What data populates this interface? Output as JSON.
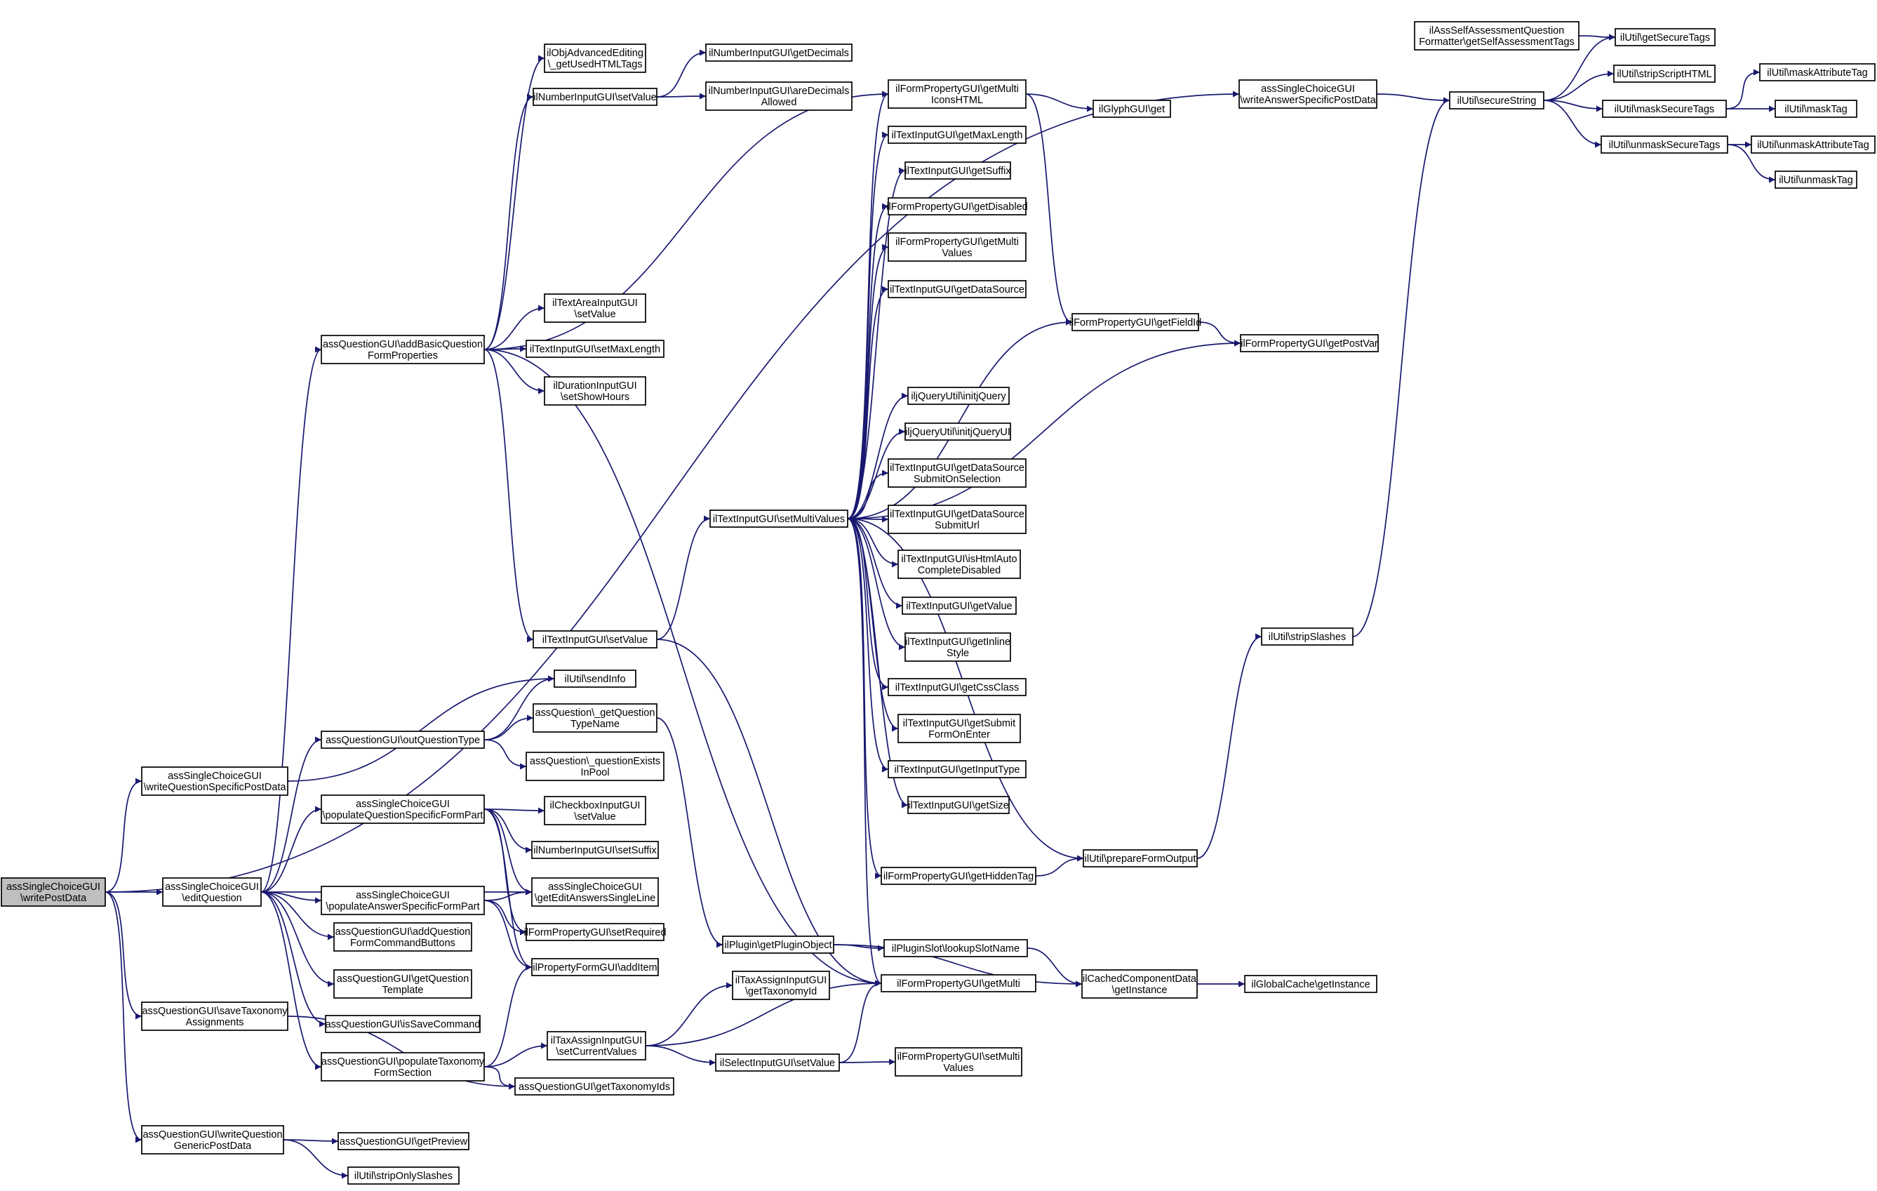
{
  "colors": {
    "edge": "#191970",
    "node_border": "#000000",
    "root_fill": "#bfbfbf",
    "node_fill": "#ffffff",
    "background": "#ffffff"
  },
  "nodes": [
    {
      "id": "writePostData",
      "lines": [
        "assSingleChoiceGUI",
        "\\writePostData"
      ],
      "root": true
    },
    {
      "id": "writeQSPD",
      "lines": [
        "assSingleChoiceGUI",
        "\\writeQuestionSpecificPostData"
      ]
    },
    {
      "id": "editQuestion",
      "lines": [
        "assSingleChoiceGUI",
        "\\editQuestion"
      ]
    },
    {
      "id": "saveTax",
      "lines": [
        "assQuestionGUI\\saveTaxonomy",
        "Assignments"
      ]
    },
    {
      "id": "writeQGPD",
      "lines": [
        "assQuestionGUI\\writeQuestion",
        "GenericPostData"
      ]
    },
    {
      "id": "addBasic",
      "lines": [
        "assQuestionGUI\\addBasicQuestion",
        "FormProperties"
      ]
    },
    {
      "id": "outQType",
      "lines": [
        "assQuestionGUI\\outQuestionType"
      ]
    },
    {
      "id": "popQSFP",
      "lines": [
        "assSingleChoiceGUI",
        "\\populateQuestionSpecificFormPart"
      ]
    },
    {
      "id": "popASFP",
      "lines": [
        "assSingleChoiceGUI",
        "\\populateAnswerSpecificFormPart"
      ]
    },
    {
      "id": "addQFCB",
      "lines": [
        "assQuestionGUI\\addQuestion",
        "FormCommandButtons"
      ]
    },
    {
      "id": "getQTpl",
      "lines": [
        "assQuestionGUI\\getQuestion",
        "Template"
      ]
    },
    {
      "id": "isSave",
      "lines": [
        "assQuestionGUI\\isSaveCommand"
      ]
    },
    {
      "id": "popTax",
      "lines": [
        "assQuestionGUI\\populateTaxonomy",
        "FormSection"
      ]
    },
    {
      "id": "getPreview",
      "lines": [
        "assQuestionGUI\\getPreview"
      ]
    },
    {
      "id": "stripOnly",
      "lines": [
        "ilUtil\\stripOnlySlashes"
      ]
    },
    {
      "id": "objAdv",
      "lines": [
        "ilObjAdvancedEditing",
        "\\_getUsedHTMLTags"
      ]
    },
    {
      "id": "numSetValue",
      "lines": [
        "ilNumberInputGUI\\setValue"
      ]
    },
    {
      "id": "taSetValue",
      "lines": [
        "ilTextAreaInputGUI",
        "\\setValue"
      ]
    },
    {
      "id": "tiSetMaxLen",
      "lines": [
        "ilTextInputGUI\\setMaxLength"
      ]
    },
    {
      "id": "durShowHours",
      "lines": [
        "ilDurationInputGUI",
        "\\setShowHours"
      ]
    },
    {
      "id": "tiSetValue",
      "lines": [
        "ilTextInputGUI\\setValue"
      ]
    },
    {
      "id": "sendInfo",
      "lines": [
        "ilUtil\\sendInfo"
      ]
    },
    {
      "id": "qTypeName",
      "lines": [
        "assQuestion\\_getQuestion",
        "TypeName"
      ]
    },
    {
      "id": "qExists",
      "lines": [
        "assQuestion\\_questionExists",
        "InPool"
      ]
    },
    {
      "id": "cbSetValue",
      "lines": [
        "ilCheckboxInputGUI",
        "\\setValue"
      ]
    },
    {
      "id": "numSetSuffix",
      "lines": [
        "ilNumberInputGUI\\setSuffix"
      ]
    },
    {
      "id": "getEditAns",
      "lines": [
        "assSingleChoiceGUI",
        "\\getEditAnswersSingleLine"
      ]
    },
    {
      "id": "setRequired",
      "lines": [
        "ilFormPropertyGUI\\setRequired"
      ]
    },
    {
      "id": "addItem",
      "lines": [
        "ilPropertyFormGUI\\addItem"
      ]
    },
    {
      "id": "getTaxIds",
      "lines": [
        "assQuestionGUI\\getTaxonomyIds"
      ]
    },
    {
      "id": "numGetDec",
      "lines": [
        "ilNumberInputGUI\\getDecimals"
      ]
    },
    {
      "id": "numAreDec",
      "lines": [
        "ilNumberInputGUI\\areDecimals",
        "Allowed"
      ]
    },
    {
      "id": "setMultiValues",
      "lines": [
        "ilTextInputGUI\\setMultiValues"
      ]
    },
    {
      "id": "getPluginObject",
      "lines": [
        "ilPlugin\\getPluginObject"
      ]
    },
    {
      "id": "taxGetId",
      "lines": [
        "ilTaxAssignInputGUI",
        "\\getTaxonomyId"
      ]
    },
    {
      "id": "taxSetCur",
      "lines": [
        "ilTaxAssignInputGUI",
        "\\setCurrentValues"
      ]
    },
    {
      "id": "selSetValue",
      "lines": [
        "ilSelectInputGUI\\setValue"
      ]
    },
    {
      "id": "getMultiIcons",
      "lines": [
        "ilFormPropertyGUI\\getMulti",
        "IconsHTML"
      ]
    },
    {
      "id": "getMaxLength",
      "lines": [
        "ilTextInputGUI\\getMaxLength"
      ]
    },
    {
      "id": "getSuffix",
      "lines": [
        "ilTextInputGUI\\getSuffix"
      ]
    },
    {
      "id": "getDisabled",
      "lines": [
        "ilFormPropertyGUI\\getDisabled"
      ]
    },
    {
      "id": "getMultiValues",
      "lines": [
        "ilFormPropertyGUI\\getMulti",
        "Values"
      ]
    },
    {
      "id": "getDataSource",
      "lines": [
        "ilTextInputGUI\\getDataSource"
      ]
    },
    {
      "id": "initjQuery",
      "lines": [
        "iljQueryUtil\\initjQuery"
      ]
    },
    {
      "id": "initjQueryUI",
      "lines": [
        "iljQueryUtil\\initjQueryUI"
      ]
    },
    {
      "id": "getDSSubmitSel",
      "lines": [
        "ilTextInputGUI\\getDataSource",
        "SubmitOnSelection"
      ]
    },
    {
      "id": "getDSSubmitUrl",
      "lines": [
        "ilTextInputGUI\\getDataSource",
        "SubmitUrl"
      ]
    },
    {
      "id": "isHtmlAuto",
      "lines": [
        "ilTextInputGUI\\isHtmlAuto",
        "CompleteDisabled"
      ]
    },
    {
      "id": "tiGetValue",
      "lines": [
        "ilTextInputGUI\\getValue"
      ]
    },
    {
      "id": "getInlineStyle",
      "lines": [
        "ilTextInputGUI\\getInline",
        "Style"
      ]
    },
    {
      "id": "getCssClass",
      "lines": [
        "ilTextInputGUI\\getCssClass"
      ]
    },
    {
      "id": "getSubmitOnEnter",
      "lines": [
        "ilTextInputGUI\\getSubmit",
        "FormOnEnter"
      ]
    },
    {
      "id": "getInputType",
      "lines": [
        "ilTextInputGUI\\getInputType"
      ]
    },
    {
      "id": "getSize",
      "lines": [
        "ilTextInputGUI\\getSize"
      ]
    },
    {
      "id": "getHiddenTag",
      "lines": [
        "ilFormPropertyGUI\\getHiddenTag"
      ]
    },
    {
      "id": "lookupSlot",
      "lines": [
        "ilPluginSlot\\lookupSlotName"
      ]
    },
    {
      "id": "getMulti",
      "lines": [
        "ilFormPropertyGUI\\getMulti"
      ]
    },
    {
      "id": "setMultiVals",
      "lines": [
        "ilFormPropertyGUI\\setMulti",
        "Values"
      ]
    },
    {
      "id": "glyphGet",
      "lines": [
        "ilGlyphGUI\\get"
      ]
    },
    {
      "id": "getFieldId",
      "lines": [
        "ilFormPropertyGUI\\getFieldId"
      ]
    },
    {
      "id": "getPostVar",
      "lines": [
        "ilFormPropertyGUI\\getPostVar"
      ]
    },
    {
      "id": "prepFormOut",
      "lines": [
        "ilUtil\\prepareFormOutput"
      ]
    },
    {
      "id": "cachedInst",
      "lines": [
        "ilCachedComponentData",
        "\\getInstance"
      ]
    },
    {
      "id": "writeASPD",
      "lines": [
        "assSingleChoiceGUI",
        "\\writeAnswerSpecificPostData"
      ]
    },
    {
      "id": "stripSlashes",
      "lines": [
        "ilUtil\\stripSlashes"
      ]
    },
    {
      "id": "globalCache",
      "lines": [
        "ilGlobalCache\\getInstance"
      ]
    },
    {
      "id": "selfAssess",
      "lines": [
        "ilAssSelfAssessmentQuestion",
        "Formatter\\getSelfAssessmentTags"
      ]
    },
    {
      "id": "secureString",
      "lines": [
        "ilUtil\\secureString"
      ]
    },
    {
      "id": "getSecureTags",
      "lines": [
        "ilUtil\\getSecureTags"
      ]
    },
    {
      "id": "stripScript",
      "lines": [
        "ilUtil\\stripScriptHTML"
      ]
    },
    {
      "id": "maskSecure",
      "lines": [
        "ilUtil\\maskSecureTags"
      ]
    },
    {
      "id": "unmaskSecure",
      "lines": [
        "ilUtil\\unmaskSecureTags"
      ]
    },
    {
      "id": "maskAttr",
      "lines": [
        "ilUtil\\maskAttributeTag"
      ]
    },
    {
      "id": "maskTag",
      "lines": [
        "ilUtil\\maskTag"
      ]
    },
    {
      "id": "unmaskAttr",
      "lines": [
        "ilUtil\\unmaskAttributeTag"
      ]
    },
    {
      "id": "unmaskTag",
      "lines": [
        "ilUtil\\unmaskTag"
      ]
    }
  ],
  "edges": [
    [
      "writePostData",
      "writeQSPD"
    ],
    [
      "writePostData",
      "editQuestion"
    ],
    [
      "writePostData",
      "saveTax"
    ],
    [
      "writePostData",
      "writeQGPD"
    ],
    [
      "writePostData",
      "writeASPD"
    ],
    [
      "writeQSPD",
      "sendInfo"
    ],
    [
      "editQuestion",
      "addBasic"
    ],
    [
      "editQuestion",
      "outQType"
    ],
    [
      "editQuestion",
      "popQSFP"
    ],
    [
      "editQuestion",
      "popASFP"
    ],
    [
      "editQuestion",
      "getEditAns"
    ],
    [
      "editQuestion",
      "addQFCB"
    ],
    [
      "editQuestion",
      "getQTpl"
    ],
    [
      "editQuestion",
      "isSave"
    ],
    [
      "editQuestion",
      "popTax"
    ],
    [
      "saveTax",
      "getTaxIds"
    ],
    [
      "writeQGPD",
      "getPreview"
    ],
    [
      "writeQGPD",
      "stripOnly"
    ],
    [
      "addBasic",
      "objAdv"
    ],
    [
      "addBasic",
      "numSetValue"
    ],
    [
      "addBasic",
      "taSetValue"
    ],
    [
      "addBasic",
      "tiSetMaxLen"
    ],
    [
      "addBasic",
      "durShowHours"
    ],
    [
      "addBasic",
      "tiSetValue"
    ],
    [
      "addBasic",
      "getMultiIcons"
    ],
    [
      "addBasic",
      "getMulti"
    ],
    [
      "outQType",
      "sendInfo"
    ],
    [
      "outQType",
      "qTypeName"
    ],
    [
      "outQType",
      "qExists"
    ],
    [
      "popQSFP",
      "cbSetValue"
    ],
    [
      "popQSFP",
      "numSetSuffix"
    ],
    [
      "popQSFP",
      "getEditAns"
    ],
    [
      "popQSFP",
      "setRequired"
    ],
    [
      "popQSFP",
      "addItem"
    ],
    [
      "popASFP",
      "getEditAns"
    ],
    [
      "popASFP",
      "setRequired"
    ],
    [
      "popASFP",
      "addItem"
    ],
    [
      "popTax",
      "addItem"
    ],
    [
      "popTax",
      "taxSetCur"
    ],
    [
      "popTax",
      "getTaxIds"
    ],
    [
      "numSetValue",
      "numGetDec"
    ],
    [
      "numSetValue",
      "numAreDec"
    ],
    [
      "tiSetValue",
      "setMultiValues"
    ],
    [
      "tiSetValue",
      "getMulti"
    ],
    [
      "qTypeName",
      "getPluginObject"
    ],
    [
      "getPluginObject",
      "lookupSlot"
    ],
    [
      "getPluginObject",
      "cachedInst"
    ],
    [
      "taxSetCur",
      "taxGetId"
    ],
    [
      "taxSetCur",
      "getMulti"
    ],
    [
      "taxSetCur",
      "selSetValue"
    ],
    [
      "selSetValue",
      "getMulti"
    ],
    [
      "selSetValue",
      "setMultiVals"
    ],
    [
      "setMultiValues",
      "getMultiIcons"
    ],
    [
      "setMultiValues",
      "getMaxLength"
    ],
    [
      "setMultiValues",
      "getSuffix"
    ],
    [
      "setMultiValues",
      "getDisabled"
    ],
    [
      "setMultiValues",
      "getMultiValues"
    ],
    [
      "setMultiValues",
      "getDataSource"
    ],
    [
      "setMultiValues",
      "getFieldId"
    ],
    [
      "setMultiValues",
      "getPostVar"
    ],
    [
      "setMultiValues",
      "initjQuery"
    ],
    [
      "setMultiValues",
      "initjQueryUI"
    ],
    [
      "setMultiValues",
      "getDSSubmitSel"
    ],
    [
      "setMultiValues",
      "getDSSubmitUrl"
    ],
    [
      "setMultiValues",
      "isHtmlAuto"
    ],
    [
      "setMultiValues",
      "tiGetValue"
    ],
    [
      "setMultiValues",
      "getInlineStyle"
    ],
    [
      "setMultiValues",
      "getCssClass"
    ],
    [
      "setMultiValues",
      "getSubmitOnEnter"
    ],
    [
      "setMultiValues",
      "getInputType"
    ],
    [
      "setMultiValues",
      "getSize"
    ],
    [
      "setMultiValues",
      "getHiddenTag"
    ],
    [
      "setMultiValues",
      "prepFormOut"
    ],
    [
      "setMultiValues",
      "getMulti"
    ],
    [
      "getMultiIcons",
      "glyphGet"
    ],
    [
      "getMultiIcons",
      "getFieldId"
    ],
    [
      "getFieldId",
      "getPostVar"
    ],
    [
      "getHiddenTag",
      "prepFormOut"
    ],
    [
      "prepFormOut",
      "stripSlashes"
    ],
    [
      "stripSlashes",
      "secureString"
    ],
    [
      "lookupSlot",
      "cachedInst"
    ],
    [
      "cachedInst",
      "globalCache"
    ],
    [
      "writeASPD",
      "secureString"
    ],
    [
      "selfAssess",
      "getSecureTags"
    ],
    [
      "secureString",
      "getSecureTags"
    ],
    [
      "secureString",
      "stripScript"
    ],
    [
      "secureString",
      "maskSecure"
    ],
    [
      "secureString",
      "unmaskSecure"
    ],
    [
      "maskSecure",
      "maskAttr"
    ],
    [
      "maskSecure",
      "maskTag"
    ],
    [
      "unmaskSecure",
      "unmaskAttr"
    ],
    [
      "unmaskSecure",
      "unmaskTag"
    ]
  ]
}
